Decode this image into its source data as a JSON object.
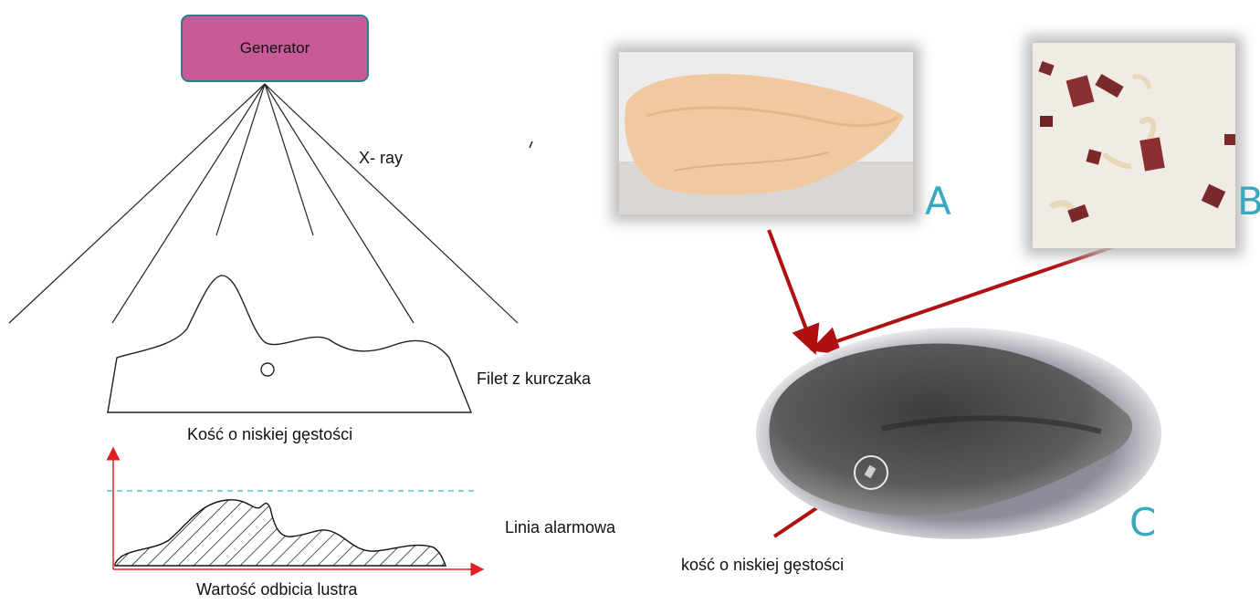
{
  "generator": {
    "label": "Generator"
  },
  "labels": {
    "xray": "X- ray",
    "fillet": "Filet z kurczaka",
    "low_density_bone": "Kość o niskiej gęstości",
    "alarm_line": "Linia alarmowa",
    "reflection_value": "Wartość odbicia lustra",
    "bone_callout": "kość o niskiej gęstości"
  },
  "panels": {
    "a": "A",
    "b": "B",
    "c": "C"
  },
  "colors": {
    "generator_fill": "#c85a98",
    "generator_border": "#2a7f86",
    "arrow": "#b01010",
    "alarm_line": "#3ab5c8",
    "panel_letter": "#3aa9c0"
  }
}
